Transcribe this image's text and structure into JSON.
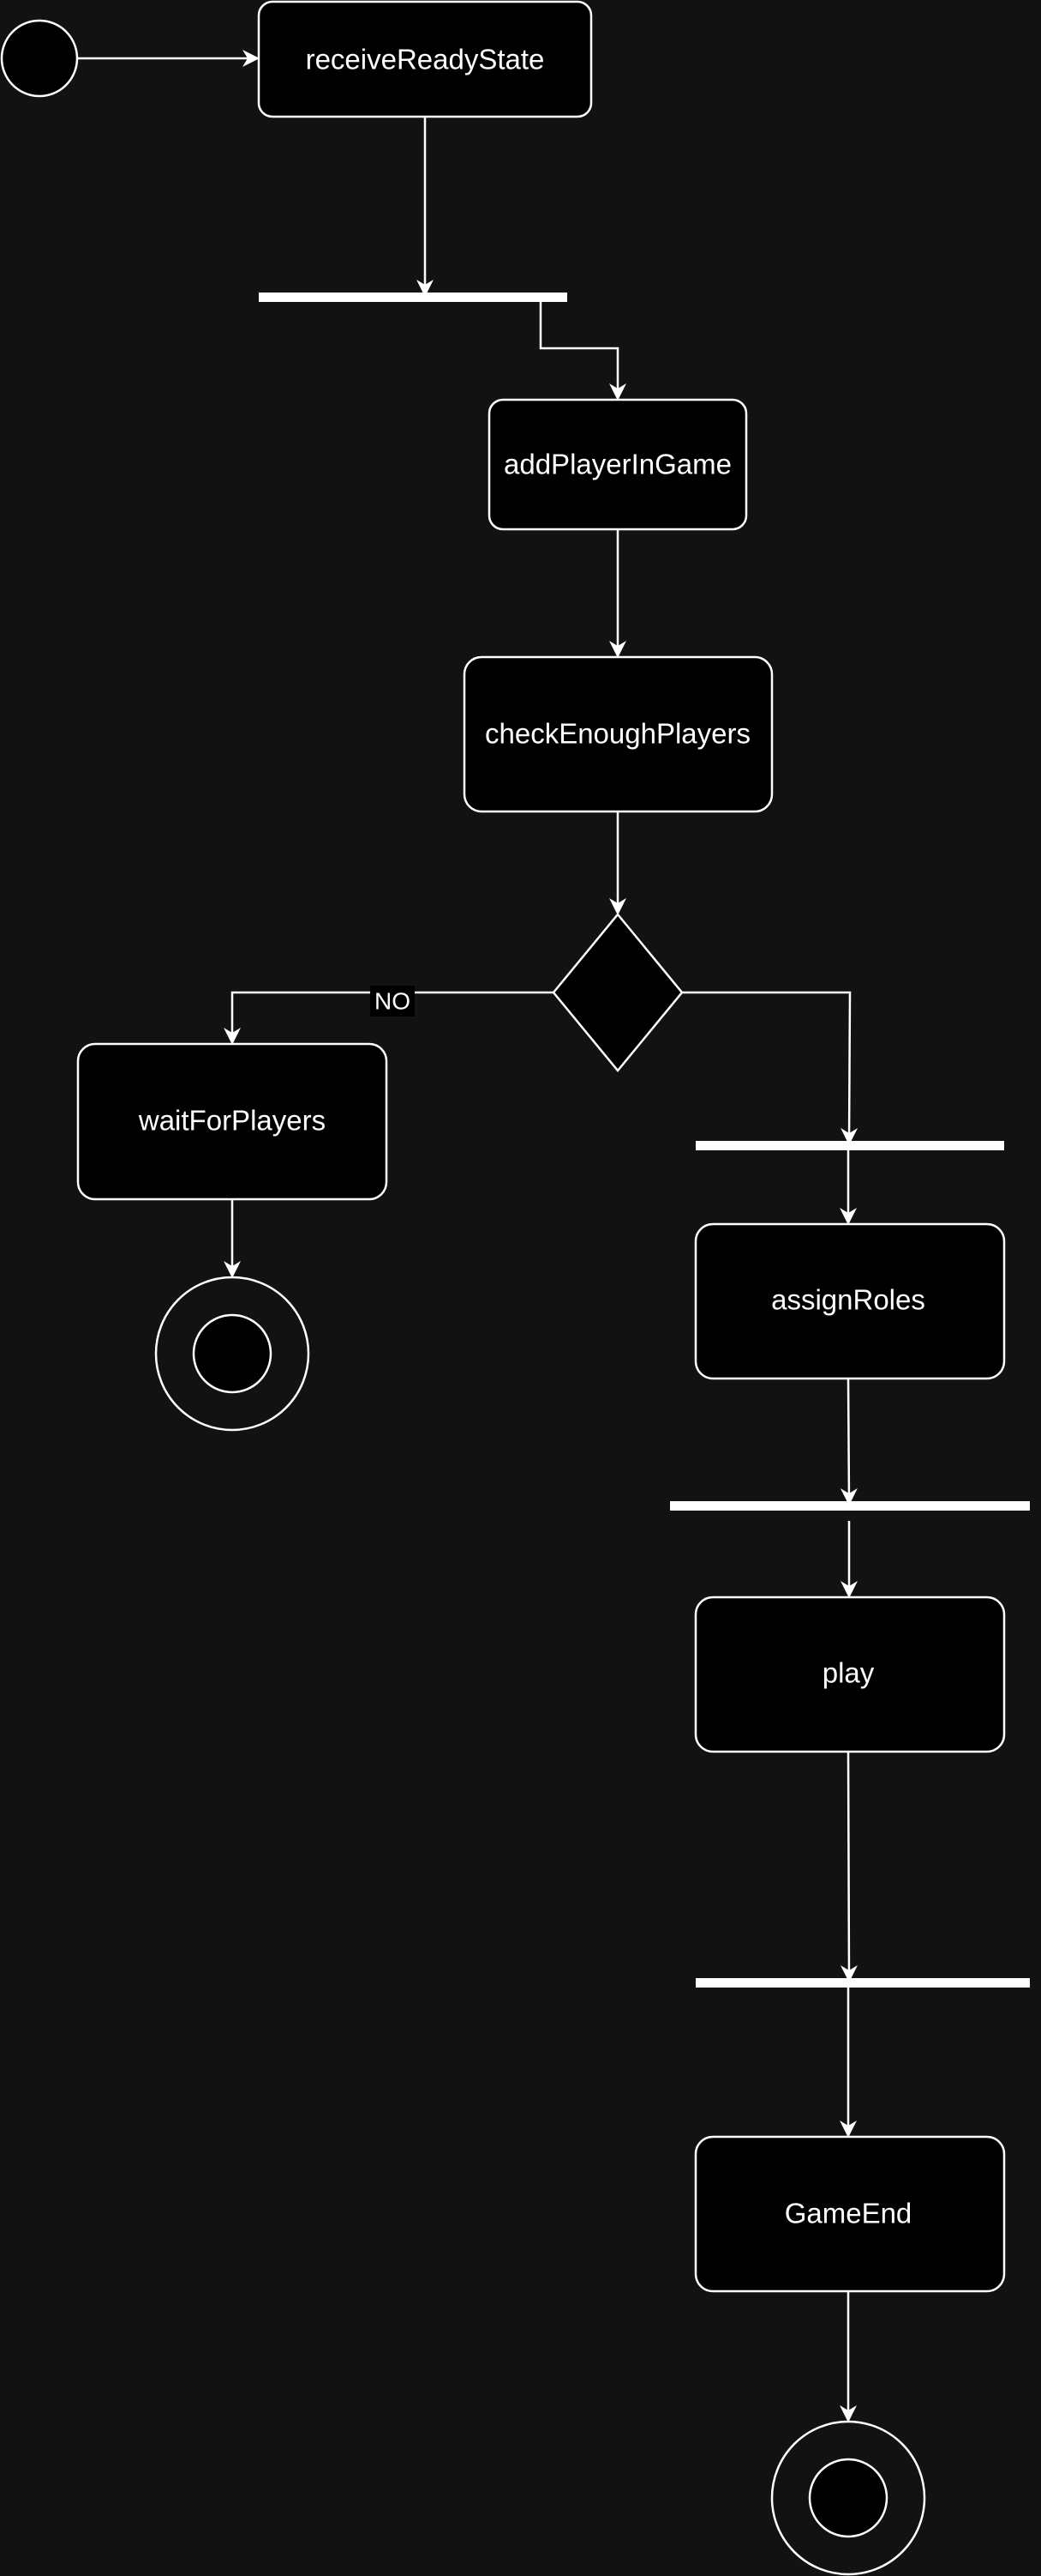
{
  "colors": {
    "background": "#121212",
    "node_fill": "#000000",
    "stroke": "#ffffff",
    "text": "#ffffff"
  },
  "nodes": {
    "receive_ready_state": "receiveReadyState",
    "add_player_in_game": "addPlayerInGame",
    "check_enough_players": "checkEnoughPlayers",
    "wait_for_players": "waitForPlayers",
    "assign_roles": "assignRoles",
    "play": "play",
    "game_end": "GameEnd"
  },
  "edge_labels": {
    "no": "NO"
  }
}
